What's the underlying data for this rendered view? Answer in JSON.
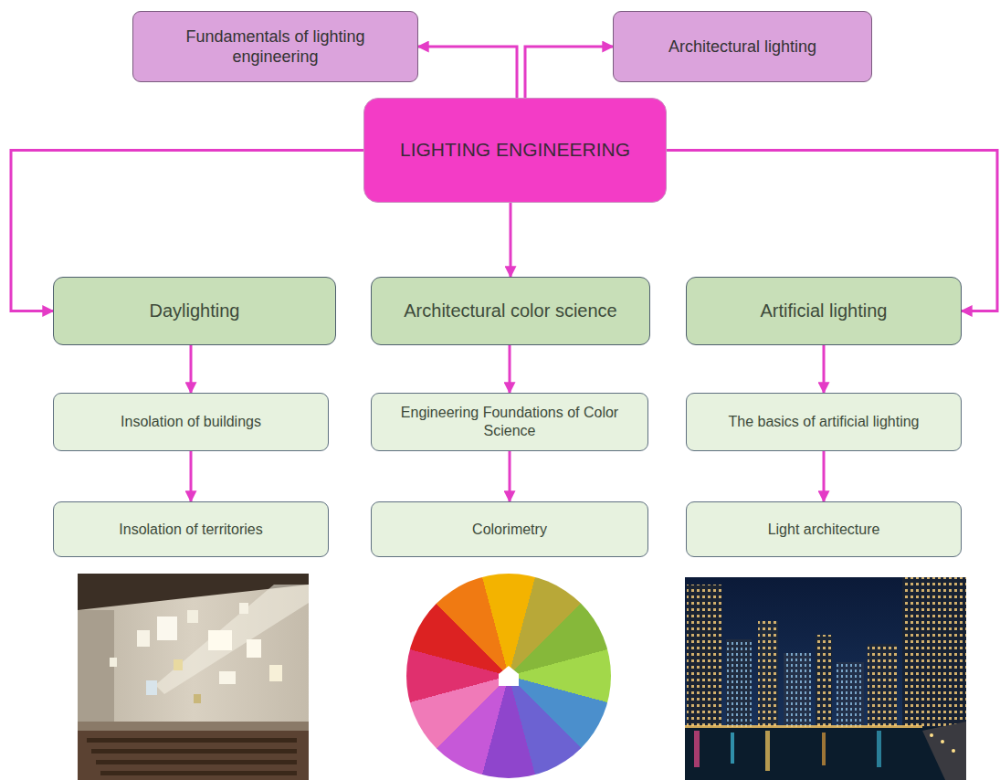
{
  "diagram": {
    "nodes": [
      {
        "text": [
          "Fundamentals of lighting engineering"
        ]
      },
      {
        "text": [
          "Architectural lighting"
        ]
      },
      {
        "text": [
          "LIGHTING ENGINEERING"
        ]
      },
      {
        "text": [
          "Daylighting"
        ]
      },
      {
        "text": [
          "Architectural color science"
        ]
      },
      {
        "text": [
          "Artificial lighting"
        ]
      },
      {
        "text": [
          "Insolation of buildings"
        ]
      },
      {
        "text": [
          "Engineering  Foundations of Color Science"
        ]
      },
      {
        "text": [
          "The basics of artificial lighting"
        ]
      },
      {
        "text": [
          "Insolation of territories"
        ]
      },
      {
        "text": [
          "Colorimetry"
        ]
      },
      {
        "text": [
          "Light architecture"
        ]
      }
    ],
    "edges": [
      {
        "from": 2,
        "to": 0,
        "arrow": "to"
      },
      {
        "from": 2,
        "to": 1,
        "arrow": "to"
      },
      {
        "from": 2,
        "to": 3,
        "arrow": "to"
      },
      {
        "from": 2,
        "to": 4,
        "arrow": "to"
      },
      {
        "from": 2,
        "to": 5,
        "arrow": "to"
      },
      {
        "from": 3,
        "to": 6,
        "arrow": "to"
      },
      {
        "from": 6,
        "to": 9,
        "arrow": "to"
      },
      {
        "from": 4,
        "to": 7,
        "arrow": "to"
      },
      {
        "from": 7,
        "to": 10,
        "arrow": "to"
      },
      {
        "from": 5,
        "to": 8,
        "arrow": "to"
      },
      {
        "from": 8,
        "to": 11,
        "arrow": "to"
      }
    ]
  }
}
